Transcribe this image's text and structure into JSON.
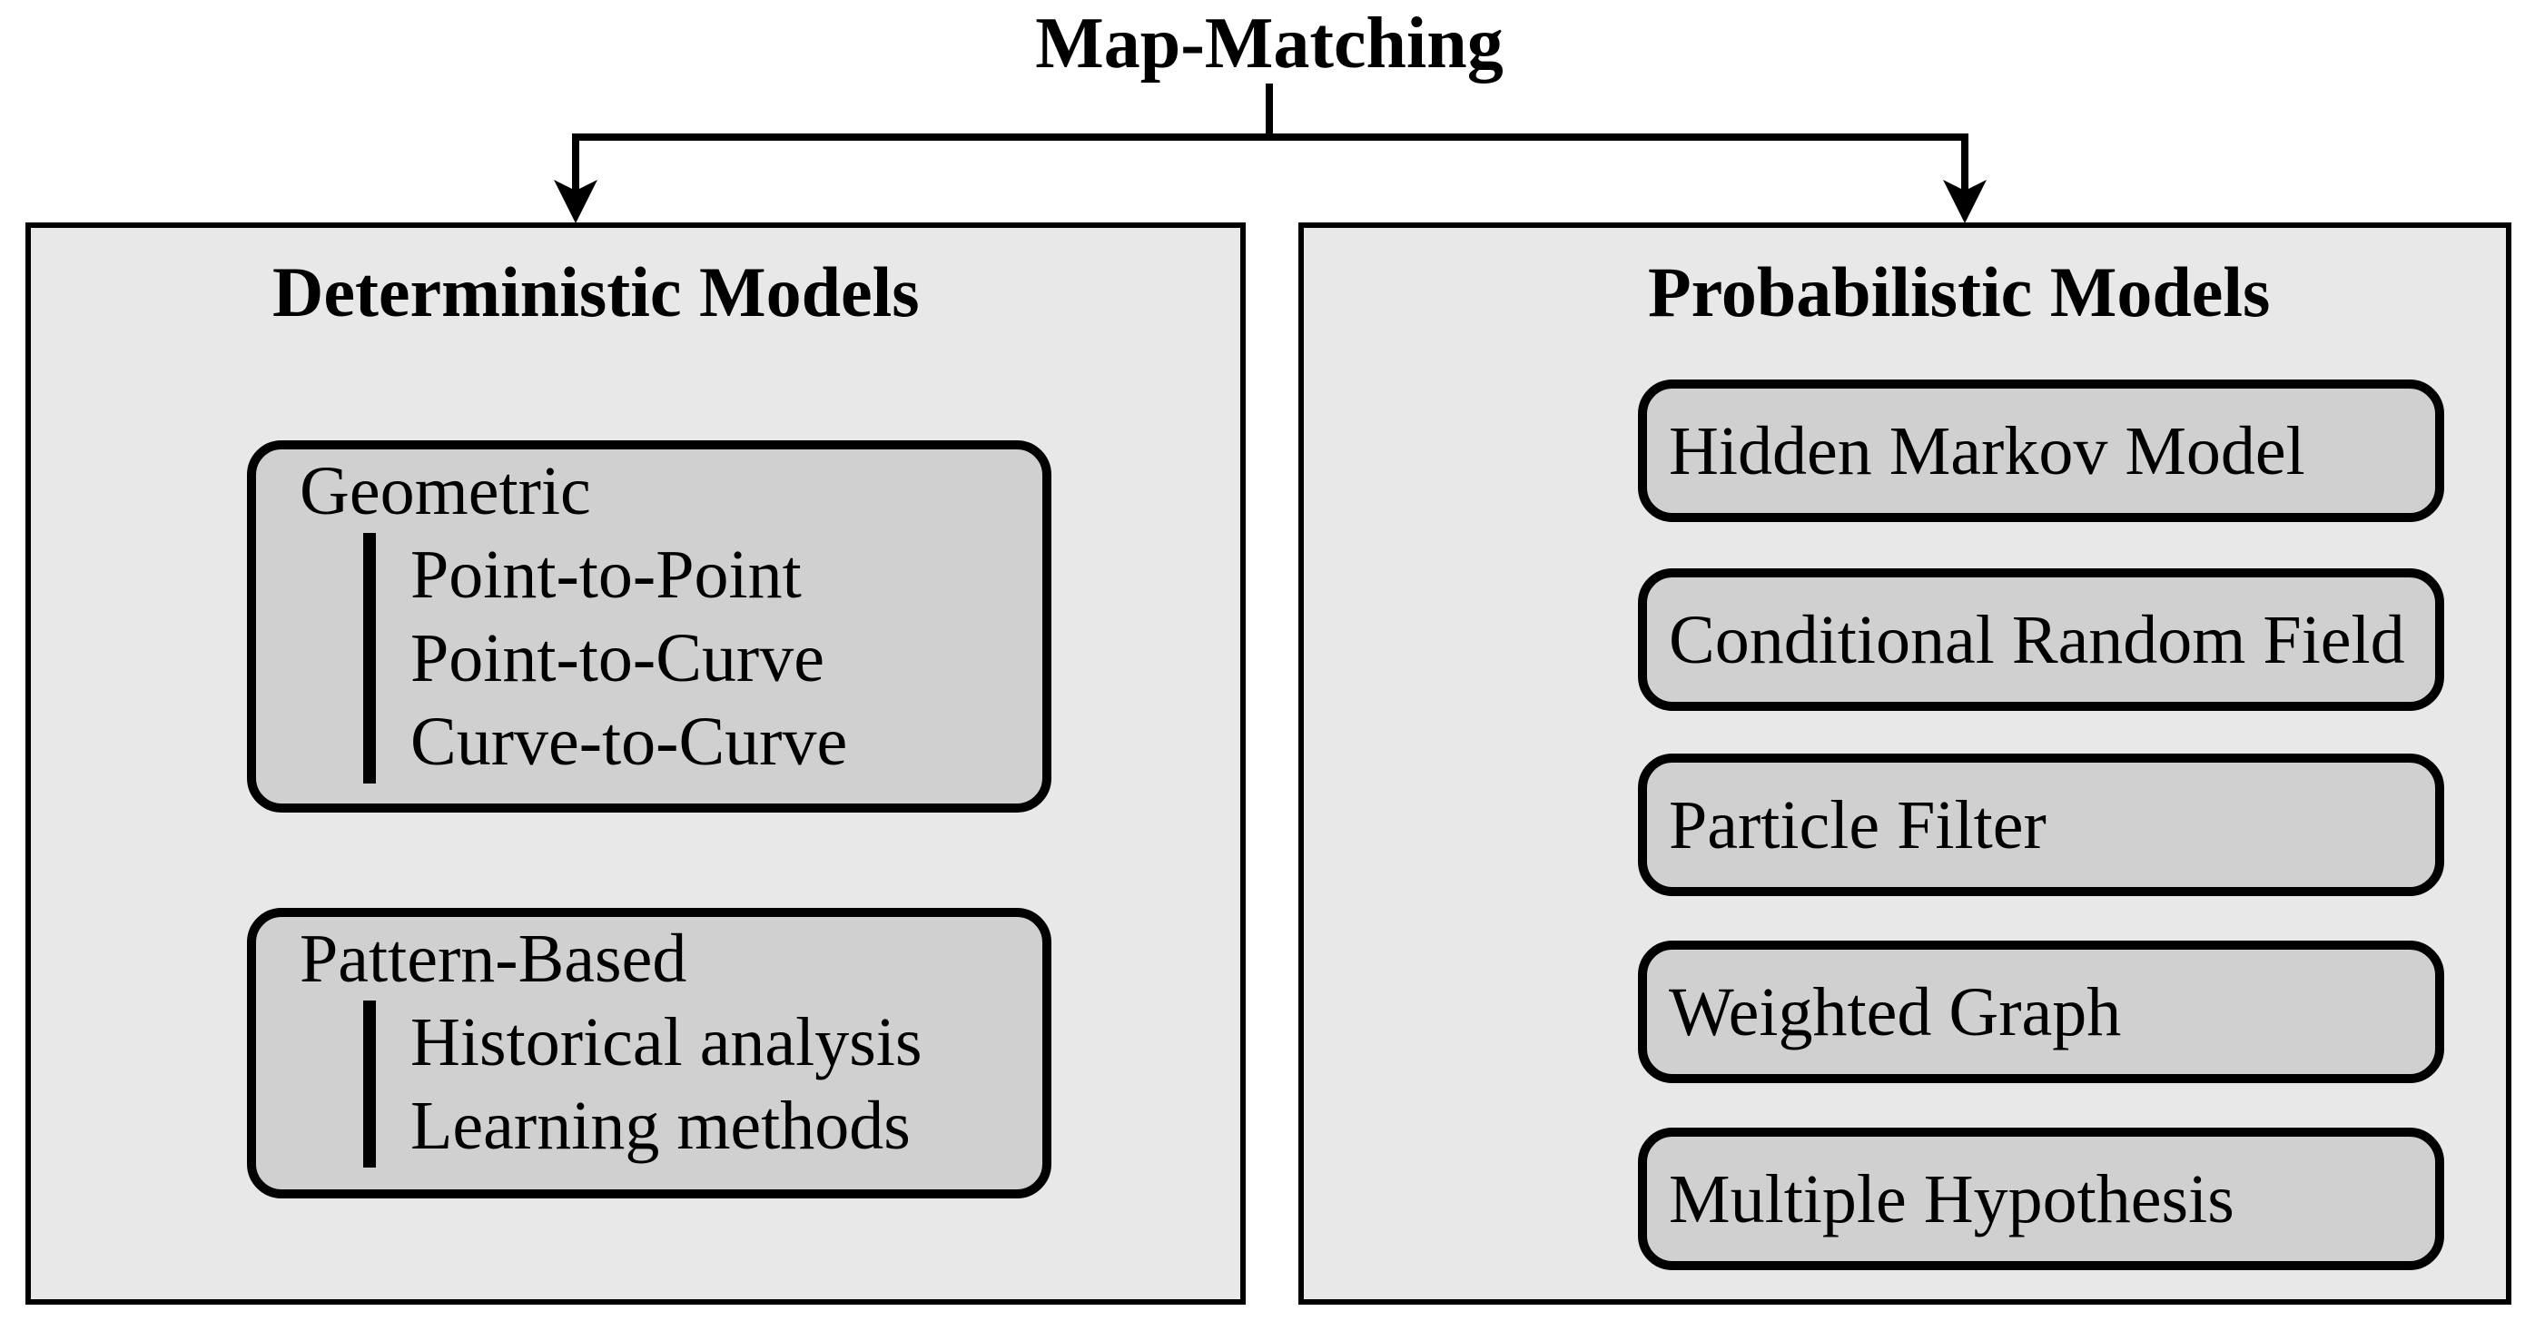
{
  "title": "Map-Matching",
  "left_panel": {
    "header": "Deterministic Models",
    "groups": [
      {
        "label": "Geometric",
        "items": [
          "Point-to-Point",
          "Point-to-Curve",
          "Curve-to-Curve"
        ]
      },
      {
        "label": "Pattern-Based",
        "items": [
          "Historical analysis",
          "Learning methods"
        ]
      }
    ]
  },
  "right_panel": {
    "header": "Probabilistic Models",
    "items": [
      "Hidden Markov Model",
      "Conditional Random Field",
      "Particle Filter",
      "Weighted Graph",
      "Multiple Hypothesis"
    ]
  },
  "colors": {
    "background": "#ffffff",
    "panel_bg": "#e8e8e8",
    "box_bg": "#d0d0d0",
    "line": "#000000"
  }
}
